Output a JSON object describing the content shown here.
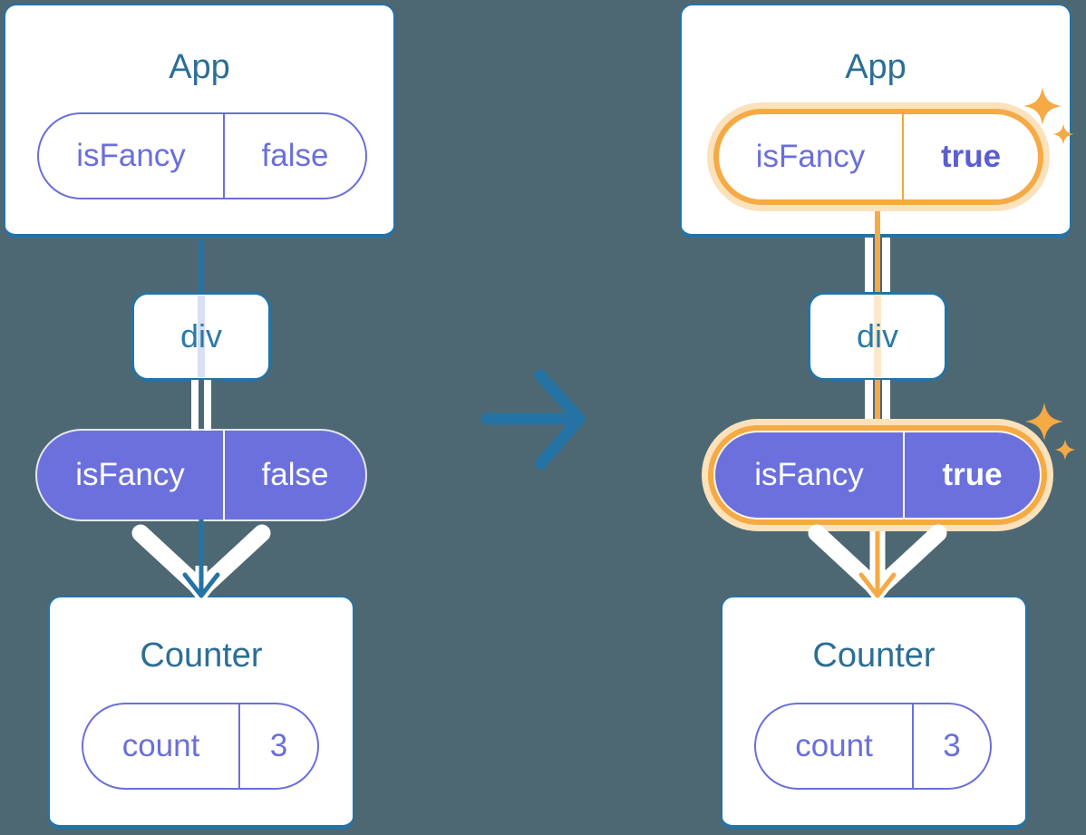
{
  "palette": {
    "background": "#4D6873",
    "card_border_blue": "#2573A4",
    "title_blue": "#2C6E96",
    "purple": "#6A6FDB",
    "purple_fill": "#6B70DC",
    "purple_bold": "#5A5ED1",
    "highlight_orange": "#F5AA45",
    "highlight_halo": "#FBE2BB",
    "lavender_stripe": "#D9DFF4",
    "peach_stripe": "#FCE9CD",
    "white": "#FFFFFF"
  },
  "icons": {
    "transition_arrow": "right-arrow-icon",
    "down_arrow": "down-arrow-icon",
    "sparkles": "sparkles-icon"
  },
  "trees": {
    "before": {
      "app": {
        "title": "App",
        "state_key": "isFancy",
        "state_value": "false"
      },
      "div_label": "div",
      "prop": {
        "key": "isFancy",
        "value": "false"
      },
      "counter": {
        "title": "Counter",
        "state_key": "count",
        "state_value": "3"
      }
    },
    "after": {
      "app": {
        "title": "App",
        "state_key": "isFancy",
        "state_value": "true"
      },
      "div_label": "div",
      "prop": {
        "key": "isFancy",
        "value": "true"
      },
      "counter": {
        "title": "Counter",
        "state_key": "count",
        "state_value": "3"
      }
    }
  }
}
